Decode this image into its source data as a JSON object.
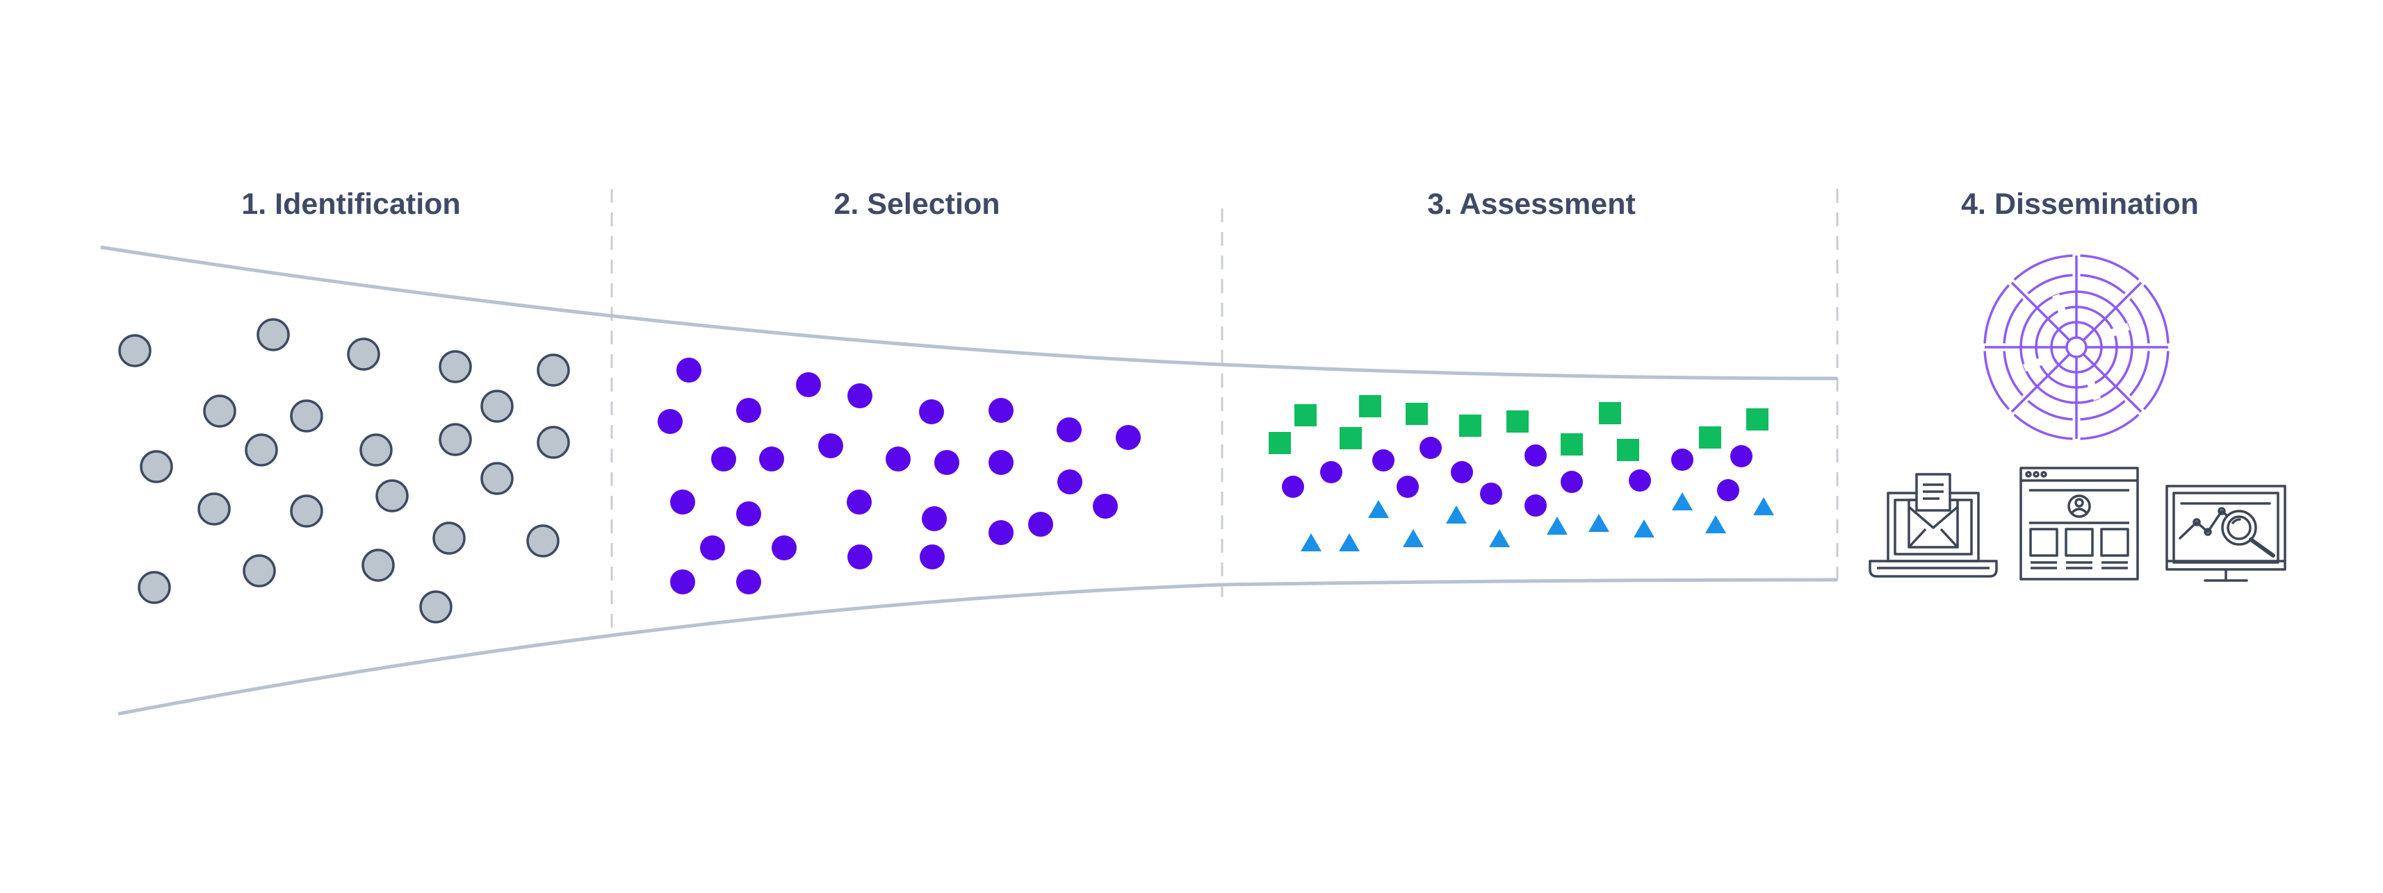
{
  "stages": [
    {
      "label": "1. Identification"
    },
    {
      "label": "2. Selection"
    },
    {
      "label": "3. Assessment"
    },
    {
      "label": "4. Dissemination"
    }
  ],
  "colors": {
    "title": "#3f4a66",
    "funnel_line": "#b8c2cf",
    "divider": "#c9ced6",
    "gray_dot_fill": "#bcc4ce",
    "gray_dot_stroke": "#3d4a60",
    "purple": "#5a06ea",
    "green": "#0fbc5e",
    "blue": "#1a90e8",
    "icon_stroke": "#3d4656",
    "wheel_stroke": "#8b5cf6"
  },
  "icons": {
    "wheel": "segmented-radial-wheel-icon",
    "laptop": "laptop-email-icon",
    "webpage": "webpage-profile-icon",
    "monitor": "monitor-analytics-icon"
  }
}
